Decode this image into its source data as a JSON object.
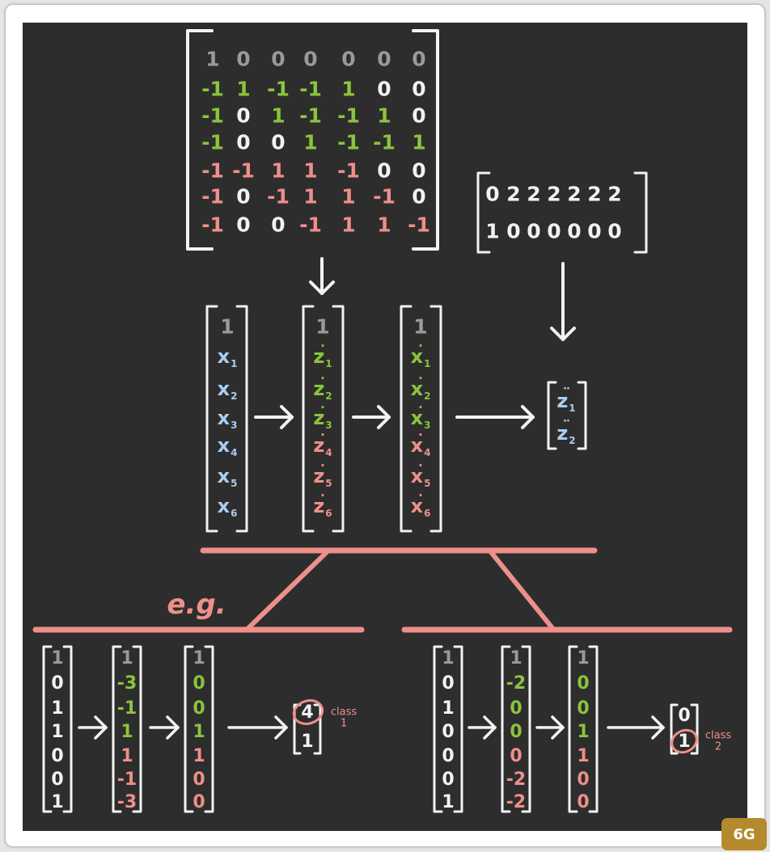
{
  "colors": {
    "board": "#2d2d2d",
    "white": "#f2f2f2",
    "gray": "#9a9a9a",
    "green": "#8ac43e",
    "pink": "#ee8f8a",
    "blue": "#a9cdf0",
    "badge": "#b48a2c"
  },
  "big_matrix": [
    [
      {
        "t": "1",
        "c": "gray"
      },
      {
        "t": "0",
        "c": "gray"
      },
      {
        "t": "0",
        "c": "gray"
      },
      {
        "t": "0",
        "c": "gray"
      },
      {
        "t": "0",
        "c": "gray"
      },
      {
        "t": "0",
        "c": "gray"
      },
      {
        "t": "0",
        "c": "gray"
      }
    ],
    [
      {
        "t": "-1",
        "c": "green"
      },
      {
        "t": "1",
        "c": "green"
      },
      {
        "t": "-1",
        "c": "green"
      },
      {
        "t": "-1",
        "c": "green"
      },
      {
        "t": "1",
        "c": "green"
      },
      {
        "t": "0",
        "c": "white"
      },
      {
        "t": "0",
        "c": "white"
      }
    ],
    [
      {
        "t": "-1",
        "c": "green"
      },
      {
        "t": "0",
        "c": "white"
      },
      {
        "t": "1",
        "c": "green"
      },
      {
        "t": "-1",
        "c": "green"
      },
      {
        "t": "-1",
        "c": "green"
      },
      {
        "t": "1",
        "c": "green"
      },
      {
        "t": "0",
        "c": "white"
      }
    ],
    [
      {
        "t": "-1",
        "c": "green"
      },
      {
        "t": "0",
        "c": "white"
      },
      {
        "t": "0",
        "c": "white"
      },
      {
        "t": "1",
        "c": "green"
      },
      {
        "t": "-1",
        "c": "green"
      },
      {
        "t": "-1",
        "c": "green"
      },
      {
        "t": "1",
        "c": "green"
      }
    ],
    [
      {
        "t": "-1",
        "c": "pink"
      },
      {
        "t": "-1",
        "c": "pink"
      },
      {
        "t": "1",
        "c": "pink"
      },
      {
        "t": "1",
        "c": "pink"
      },
      {
        "t": "-1",
        "c": "pink"
      },
      {
        "t": "0",
        "c": "white"
      },
      {
        "t": "0",
        "c": "white"
      }
    ],
    [
      {
        "t": "-1",
        "c": "pink"
      },
      {
        "t": "0",
        "c": "white"
      },
      {
        "t": "-1",
        "c": "pink"
      },
      {
        "t": "1",
        "c": "pink"
      },
      {
        "t": "1",
        "c": "pink"
      },
      {
        "t": "-1",
        "c": "pink"
      },
      {
        "t": "0",
        "c": "white"
      }
    ],
    [
      {
        "t": "-1",
        "c": "pink"
      },
      {
        "t": "0",
        "c": "white"
      },
      {
        "t": "0",
        "c": "white"
      },
      {
        "t": "-1",
        "c": "pink"
      },
      {
        "t": "1",
        "c": "pink"
      },
      {
        "t": "1",
        "c": "pink"
      },
      {
        "t": "-1",
        "c": "pink"
      }
    ]
  ],
  "small_matrix": [
    [
      "0",
      "2",
      "2",
      "2",
      "2",
      "2",
      "2"
    ],
    [
      "1",
      "0",
      "0",
      "0",
      "0",
      "0",
      "0"
    ]
  ],
  "vec_x": [
    {
      "t": "1",
      "c": "gray"
    },
    {
      "t": "x",
      "s": "1",
      "c": "blue"
    },
    {
      "t": "x",
      "s": "2",
      "c": "blue"
    },
    {
      "t": "x",
      "s": "3",
      "c": "blue"
    },
    {
      "t": "x",
      "s": "4",
      "c": "blue"
    },
    {
      "t": "x",
      "s": "5",
      "c": "blue"
    },
    {
      "t": "x",
      "s": "6",
      "c": "blue"
    }
  ],
  "vec_zdot": [
    {
      "t": "1",
      "c": "gray"
    },
    {
      "t": "z",
      "s": "1",
      "c": "green",
      "d": "·"
    },
    {
      "t": "z",
      "s": "2",
      "c": "green",
      "d": "·"
    },
    {
      "t": "z",
      "s": "3",
      "c": "green",
      "d": "·"
    },
    {
      "t": "z",
      "s": "4",
      "c": "pink",
      "d": "·"
    },
    {
      "t": "z",
      "s": "5",
      "c": "pink",
      "d": "·"
    },
    {
      "t": "z",
      "s": "6",
      "c": "pink",
      "d": "·"
    }
  ],
  "vec_xdot": [
    {
      "t": "1",
      "c": "gray"
    },
    {
      "t": "x",
      "s": "1",
      "c": "green",
      "d": "·"
    },
    {
      "t": "x",
      "s": "2",
      "c": "green",
      "d": "·"
    },
    {
      "t": "x",
      "s": "3",
      "c": "green",
      "d": "·"
    },
    {
      "t": "x",
      "s": "4",
      "c": "pink",
      "d": "·"
    },
    {
      "t": "x",
      "s": "5",
      "c": "pink",
      "d": "·"
    },
    {
      "t": "x",
      "s": "6",
      "c": "pink",
      "d": "·"
    }
  ],
  "vec_zddot": [
    {
      "t": "z",
      "s": "1",
      "c": "blue",
      "d": "··"
    },
    {
      "t": "z",
      "s": "2",
      "c": "blue",
      "d": "··"
    }
  ],
  "eg_label": "e.g.",
  "ex1": {
    "input": [
      {
        "t": "1",
        "c": "gray"
      },
      {
        "t": "0",
        "c": "white"
      },
      {
        "t": "1",
        "c": "white"
      },
      {
        "t": "1",
        "c": "white"
      },
      {
        "t": "0",
        "c": "white"
      },
      {
        "t": "0",
        "c": "white"
      },
      {
        "t": "1",
        "c": "white"
      }
    ],
    "hidden": [
      {
        "t": "1",
        "c": "gray"
      },
      {
        "t": "-3",
        "c": "green"
      },
      {
        "t": "-1",
        "c": "green"
      },
      {
        "t": "1",
        "c": "green"
      },
      {
        "t": "1",
        "c": "pink"
      },
      {
        "t": "-1",
        "c": "pink"
      },
      {
        "t": "-3",
        "c": "pink"
      }
    ],
    "act": [
      {
        "t": "1",
        "c": "gray"
      },
      {
        "t": "0",
        "c": "green"
      },
      {
        "t": "0",
        "c": "green"
      },
      {
        "t": "1",
        "c": "green"
      },
      {
        "t": "1",
        "c": "pink"
      },
      {
        "t": "0",
        "c": "pink"
      },
      {
        "t": "0",
        "c": "pink"
      }
    ],
    "out": [
      "4",
      "1"
    ],
    "class_word": "class",
    "class_num": "1"
  },
  "ex2": {
    "input": [
      {
        "t": "1",
        "c": "gray"
      },
      {
        "t": "0",
        "c": "white"
      },
      {
        "t": "1",
        "c": "white"
      },
      {
        "t": "0",
        "c": "white"
      },
      {
        "t": "0",
        "c": "white"
      },
      {
        "t": "0",
        "c": "white"
      },
      {
        "t": "1",
        "c": "white"
      }
    ],
    "hidden": [
      {
        "t": "1",
        "c": "gray"
      },
      {
        "t": "-2",
        "c": "green"
      },
      {
        "t": "0",
        "c": "green"
      },
      {
        "t": "0",
        "c": "green"
      },
      {
        "t": "0",
        "c": "pink"
      },
      {
        "t": "-2",
        "c": "pink"
      },
      {
        "t": "-2",
        "c": "pink"
      }
    ],
    "act": [
      {
        "t": "1",
        "c": "gray"
      },
      {
        "t": "0",
        "c": "green"
      },
      {
        "t": "0",
        "c": "green"
      },
      {
        "t": "1",
        "c": "green"
      },
      {
        "t": "1",
        "c": "pink"
      },
      {
        "t": "0",
        "c": "pink"
      },
      {
        "t": "0",
        "c": "pink"
      }
    ],
    "out": [
      "0",
      "1"
    ],
    "class_word": "class",
    "class_num": "2"
  },
  "badge": "6G"
}
